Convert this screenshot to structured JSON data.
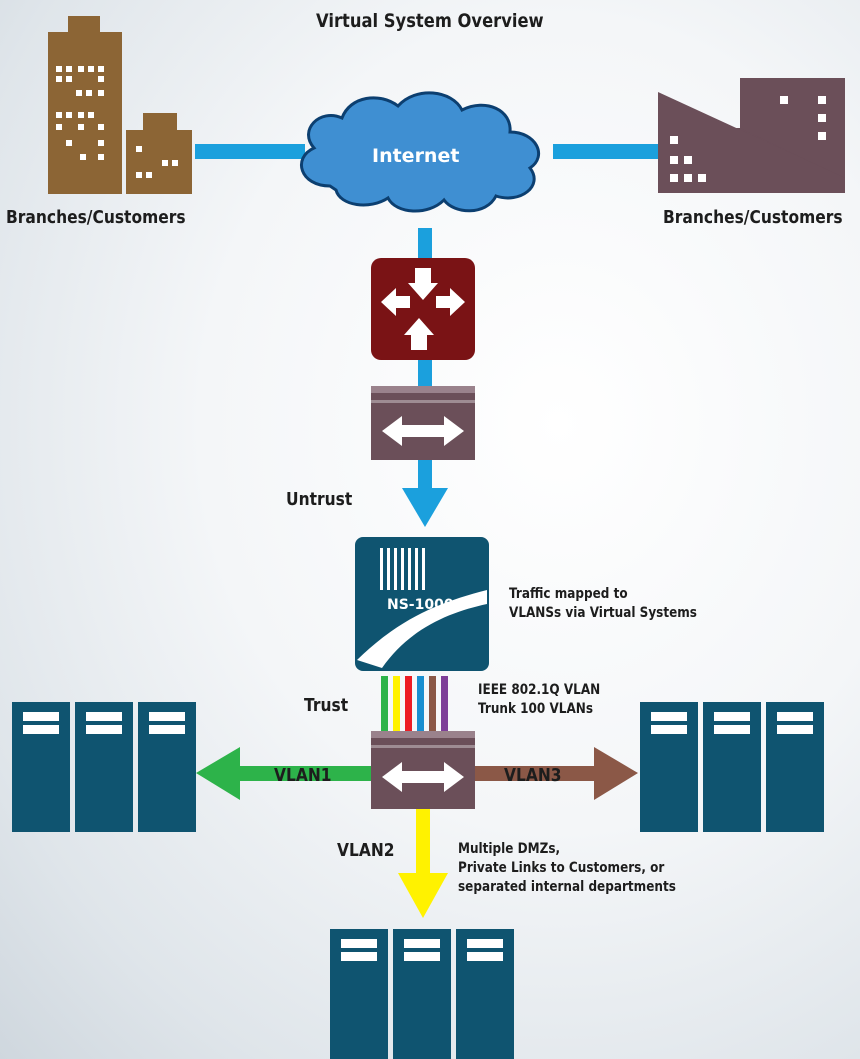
{
  "diagram": {
    "title": "Virtual System Overview",
    "internet_label": "Internet",
    "branches_left_label": "Branches/Customers",
    "branches_right_label": "Branches/Customers",
    "untrust_label": "Untrust",
    "trust_label": "Trust",
    "firewall_model": "NS-1000",
    "traffic_note": [
      "Traffic mapped to",
      "VLANSs via Virtual Systems"
    ],
    "trunk_note": [
      "IEEE 802.1Q VLAN",
      "Trunk 100 VLANs"
    ],
    "vlan1_label": "VLAN1",
    "vlan2_label": "VLAN2",
    "vlan3_label": "VLAN3",
    "dmz_note": [
      "Multiple DMZs,",
      "Private Links to Customers, or",
      "separated internal departments"
    ]
  },
  "colors": {
    "link_blue": "#1ba0dd",
    "router_red": "#7a1315",
    "switch_mauve": "#6b4f59",
    "server_teal": "#0f5470",
    "building_brown": "#8c6535",
    "vlan1_green": "#2db34a",
    "vlan2_yellow": "#fff200",
    "vlan3_brown": "#8b5847",
    "trunk_stripes": [
      "#2db34a",
      "#fff200",
      "#ed1c24",
      "#1a8fd0",
      "#8b5847",
      "#7e3f98"
    ]
  },
  "icons": [
    "cloud-icon",
    "router-icon",
    "switch-icon",
    "firewall-icon",
    "server-rack-icon",
    "building-icon"
  ]
}
